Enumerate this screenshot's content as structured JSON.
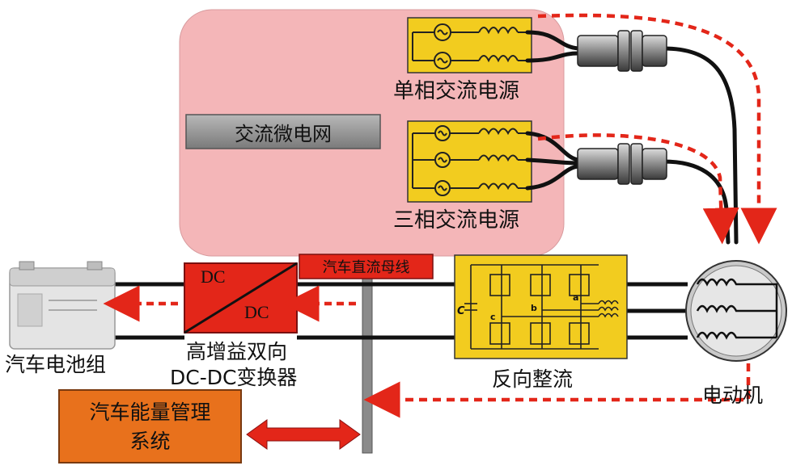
{
  "microgrid": {
    "title": "交流微电网"
  },
  "single_phase": {
    "label": "单相交流电源"
  },
  "three_phase": {
    "label": "三相交流电源"
  },
  "dc_bus": {
    "label": "汽车直流母线"
  },
  "dcdc": {
    "top": "DC",
    "bottom": "DC",
    "label_line1": "高增益双向",
    "label_line2": "DC-DC变换器"
  },
  "battery": {
    "label": "汽车电池组"
  },
  "rectifier": {
    "label": "反向整流",
    "cap": "C",
    "node_a": "a",
    "node_b": "b",
    "node_c": "c"
  },
  "motor": {
    "label": "电动机"
  },
  "ems": {
    "line1": "汽车能量管理",
    "line2": "系统"
  },
  "colors": {
    "pink": "#f4b6b8",
    "yellow": "#f2cc1f",
    "red": "#e32619",
    "orange": "#e8711c",
    "gray": "#8a8a8a"
  }
}
